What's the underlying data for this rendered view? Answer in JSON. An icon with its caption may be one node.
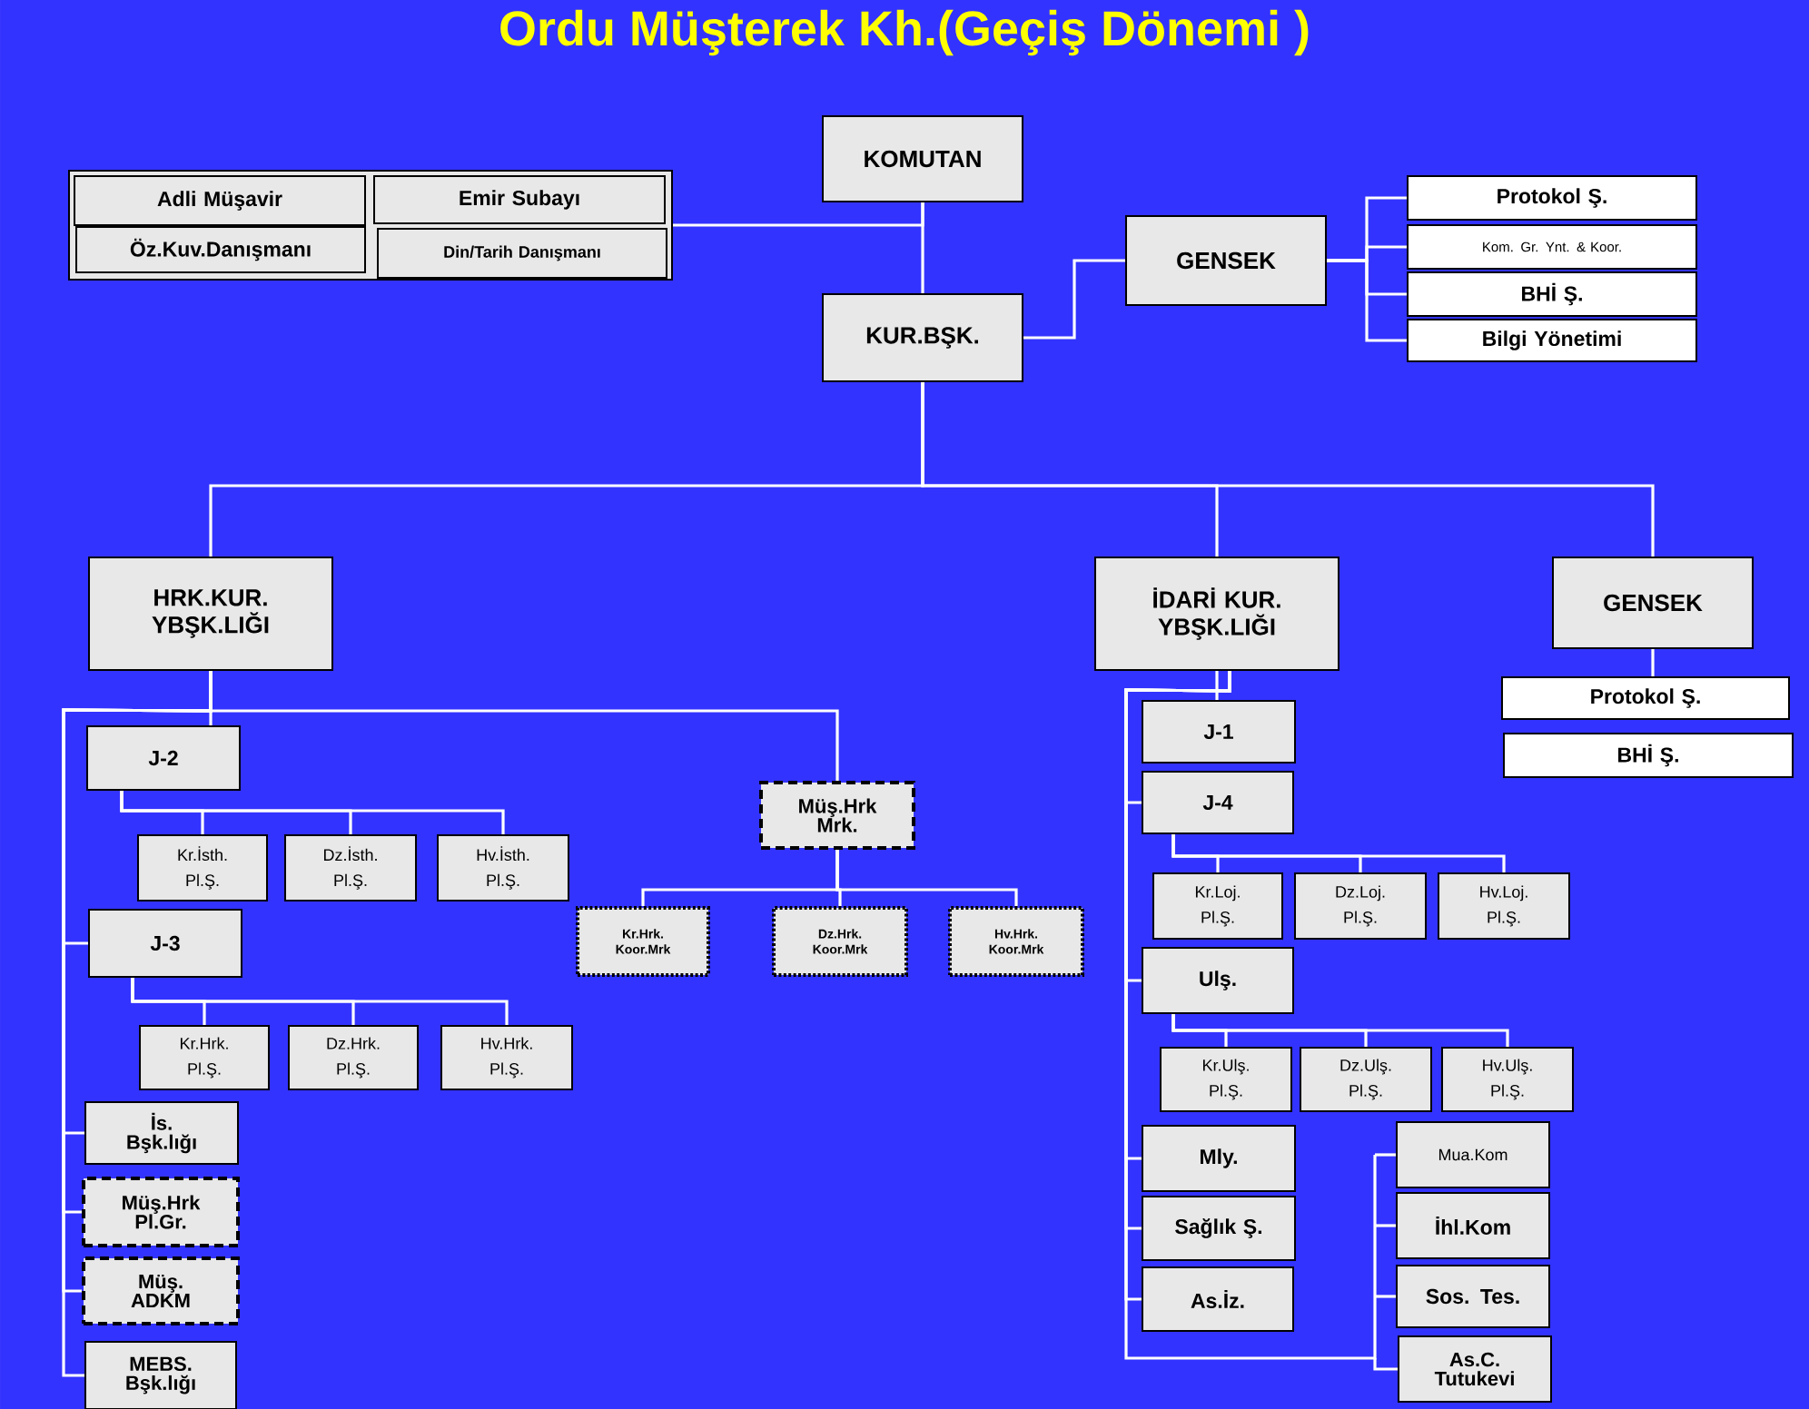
{
  "diagram": {
    "title": "Ordu Müşterek Kh.(Geçiş Dönemi )",
    "nodes": [
      {
        "text": [
          "KOMUTAN"
        ]
      },
      {
        "text": [],
        "shape": "box"
      },
      {
        "text": [
          "Adli Müşavir"
        ],
        "in": 1
      },
      {
        "text": [
          "Emir Subayı"
        ],
        "in": 1
      },
      {
        "text": [
          "Öz.Kuv.Danışmanı"
        ],
        "in": 1
      },
      {
        "text": [
          "Din/Tarih Danışmanı"
        ],
        "in": 1
      },
      {
        "text": [
          "KUR.BŞK."
        ]
      },
      {
        "text": [
          "GENSEK"
        ]
      },
      {
        "text": [
          "Protokol Ş."
        ]
      },
      {
        "text": [
          "Kom. Gr. Ynt. & Koor."
        ]
      },
      {
        "text": [
          "BHİ Ş."
        ]
      },
      {
        "text": [
          "Bilgi Yönetimi"
        ]
      },
      {
        "text": [
          "HRK.KUR. YBŞK.LIĞI"
        ]
      },
      {
        "text": [
          "İDARİ KUR. YBŞK.LIĞI"
        ]
      },
      {
        "text": [
          "GENSEK"
        ]
      },
      {
        "text": [
          "Protokol Ş."
        ]
      },
      {
        "text": [
          "BHİ Ş."
        ]
      },
      {
        "text": [
          "J-2"
        ]
      },
      {
        "text": [
          "Kr.İsth. Pl.Ş."
        ]
      },
      {
        "text": [
          "Dz.İsth. Pl.Ş."
        ]
      },
      {
        "text": [
          "Hv.İsth. Pl.Ş."
        ]
      },
      {
        "text": [
          "J-3"
        ]
      },
      {
        "text": [
          "Kr.Hrk. Pl.Ş."
        ]
      },
      {
        "text": [
          "Dz.Hrk. Pl.Ş."
        ]
      },
      {
        "text": [
          "Hv.Hrk. Pl.Ş."
        ]
      },
      {
        "text": [
          "İs. Bşk.lığı"
        ]
      },
      {
        "text": [
          "Müş.Hrk Pl.Gr."
        ]
      },
      {
        "text": [
          "Müş. ADKM"
        ]
      },
      {
        "text": [
          "MEBS. Bşk.lığı"
        ]
      },
      {
        "text": [
          "Müş.Hrk Mrk."
        ]
      },
      {
        "text": [
          "Kr.Hrk. Koor.Mrk"
        ]
      },
      {
        "text": [
          "Dz.Hrk. Koor.Mrk"
        ]
      },
      {
        "text": [
          "Hv.Hrk. Koor.Mrk"
        ]
      },
      {
        "text": [
          "J-1"
        ]
      },
      {
        "text": [
          "J-4"
        ]
      },
      {
        "text": [
          "Kr.Loj. Pl.Ş."
        ]
      },
      {
        "text": [
          "Dz.Loj. Pl.Ş."
        ]
      },
      {
        "text": [
          "Hv.Loj. Pl.Ş."
        ]
      },
      {
        "text": [
          "Ulş."
        ]
      },
      {
        "text": [
          "Kr.Ulş. Pl.Ş."
        ]
      },
      {
        "text": [
          "Dz.Ulş. Pl.Ş."
        ]
      },
      {
        "text": [
          "Hv.Ulş. Pl.Ş."
        ]
      },
      {
        "text": [
          "Mly."
        ]
      },
      {
        "text": [
          "Sağlık Ş."
        ]
      },
      {
        "text": [
          "As.İz."
        ]
      },
      {
        "text": [
          "Mua.Kom"
        ]
      },
      {
        "text": [
          "İhl.Kom"
        ]
      },
      {
        "text": [
          "Sos. Tes."
        ]
      },
      {
        "text": [
          "As.C. Tutukevi"
        ]
      }
    ],
    "edges": [
      {
        "from": 0,
        "to": 6,
        "arrow": "none"
      },
      {
        "from": 1,
        "to": 0,
        "arrow": "none"
      },
      {
        "from": 6,
        "to": 7,
        "arrow": "none"
      },
      {
        "from": 7,
        "to": 8,
        "arrow": "none"
      },
      {
        "from": 7,
        "to": 9,
        "arrow": "none"
      },
      {
        "from": 7,
        "to": 10,
        "arrow": "none"
      },
      {
        "from": 7,
        "to": 11,
        "arrow": "none"
      },
      {
        "from": 6,
        "to": 12,
        "arrow": "none"
      },
      {
        "from": 6,
        "to": 13,
        "arrow": "none"
      },
      {
        "from": 6,
        "to": 14,
        "arrow": "none"
      },
      {
        "from": 14,
        "to": 15,
        "arrow": "none"
      },
      {
        "from": 12,
        "to": 17,
        "arrow": "none"
      },
      {
        "from": 12,
        "to": 21,
        "arrow": "none"
      },
      {
        "from": 12,
        "to": 25,
        "arrow": "none"
      },
      {
        "from": 12,
        "to": 26,
        "arrow": "none"
      },
      {
        "from": 12,
        "to": 27,
        "arrow": "none"
      },
      {
        "from": 12,
        "to": 28,
        "arrow": "none"
      },
      {
        "from": 12,
        "to": 29,
        "arrow": "none"
      },
      {
        "from": 17,
        "to": 18,
        "arrow": "none"
      },
      {
        "from": 17,
        "to": 19,
        "arrow": "none"
      },
      {
        "from": 17,
        "to": 20,
        "arrow": "none"
      },
      {
        "from": 21,
        "to": 22,
        "arrow": "none"
      },
      {
        "from": 21,
        "to": 23,
        "arrow": "none"
      },
      {
        "from": 21,
        "to": 24,
        "arrow": "none"
      },
      {
        "from": 29,
        "to": 30,
        "arrow": "none"
      },
      {
        "from": 29,
        "to": 31,
        "arrow": "none"
      },
      {
        "from": 29,
        "to": 32,
        "arrow": "none"
      },
      {
        "from": 13,
        "to": 33,
        "arrow": "none"
      },
      {
        "from": 13,
        "to": 34,
        "arrow": "none"
      },
      {
        "from": 13,
        "to": 38,
        "arrow": "none"
      },
      {
        "from": 13,
        "to": 42,
        "arrow": "none"
      },
      {
        "from": 13,
        "to": 43,
        "arrow": "none"
      },
      {
        "from": 13,
        "to": 44,
        "arrow": "none"
      },
      {
        "from": 13,
        "to": 45,
        "arrow": "none"
      },
      {
        "from": 13,
        "to": 46,
        "arrow": "none"
      },
      {
        "from": 13,
        "to": 47,
        "arrow": "none"
      },
      {
        "from": 13,
        "to": 48,
        "arrow": "none"
      },
      {
        "from": 34,
        "to": 35,
        "arrow": "none"
      },
      {
        "from": 34,
        "to": 36,
        "arrow": "none"
      },
      {
        "from": 34,
        "to": 37,
        "arrow": "none"
      },
      {
        "from": 38,
        "to": 39,
        "arrow": "none"
      },
      {
        "from": 38,
        "to": 40,
        "arrow": "none"
      },
      {
        "from": 38,
        "to": 41,
        "arrow": "none"
      }
    ]
  }
}
